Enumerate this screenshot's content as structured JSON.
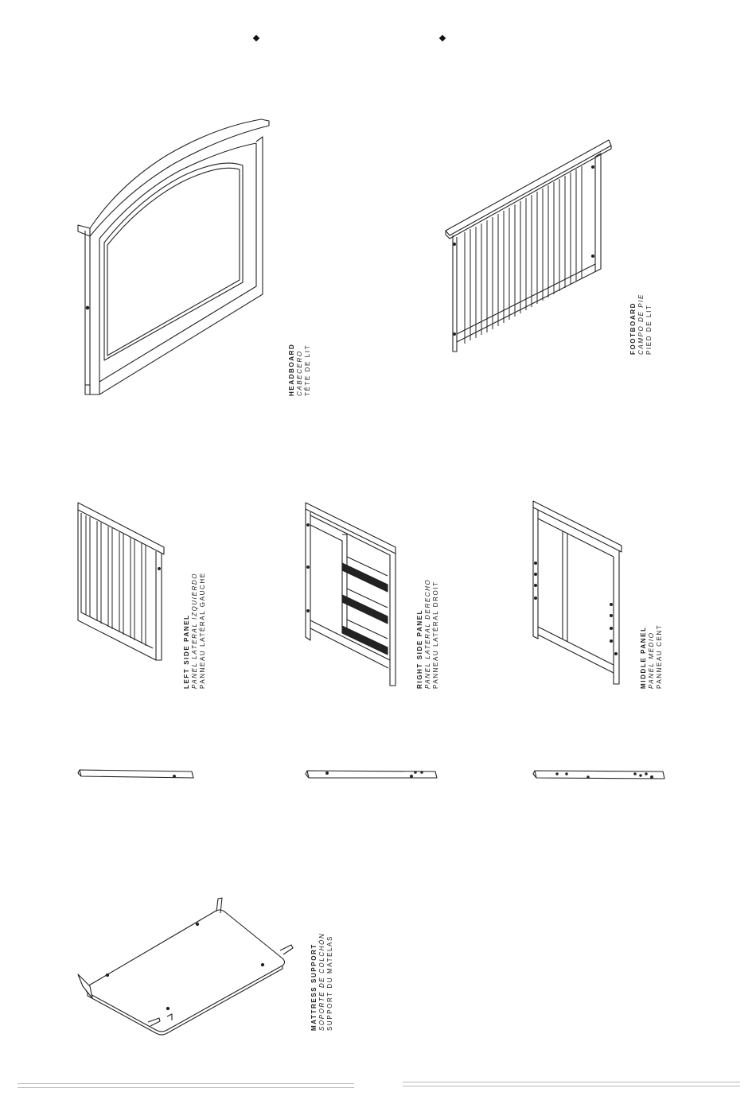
{
  "parts": {
    "headboard": {
      "en": "HEADBOARD",
      "es": "CABECERO",
      "fr": "TÊTE DE LIT"
    },
    "footboard": {
      "en": "FOOTBOARD",
      "es": "CAMPO DE PIE",
      "fr": "PIED DE LIT"
    },
    "left_side_panel": {
      "en": "LEFT SIDE PANEL",
      "es": "PANEL LATERAL IZQUIERDO",
      "fr": "PANNEAU LATÉRAL GAUCHE"
    },
    "right_side_panel": {
      "en": "RIGHT SIDE PANEL",
      "es": "PANEL LATERAL DERECHO",
      "fr": "PANNEAU LATÉRAL DROIT"
    },
    "middle_panel": {
      "en": "MIDDLE PANEL",
      "es": "PANEL MEDIO",
      "fr": "PANNEAU CENT"
    },
    "mattress_support": {
      "en": "MATTRESS SUPPORT",
      "es": "SOPORTE DE COLCHÓN",
      "fr": "SUPPORT DU MATELAS"
    }
  },
  "colors": {
    "line": "#222222",
    "rule": "#b8b8b8"
  }
}
